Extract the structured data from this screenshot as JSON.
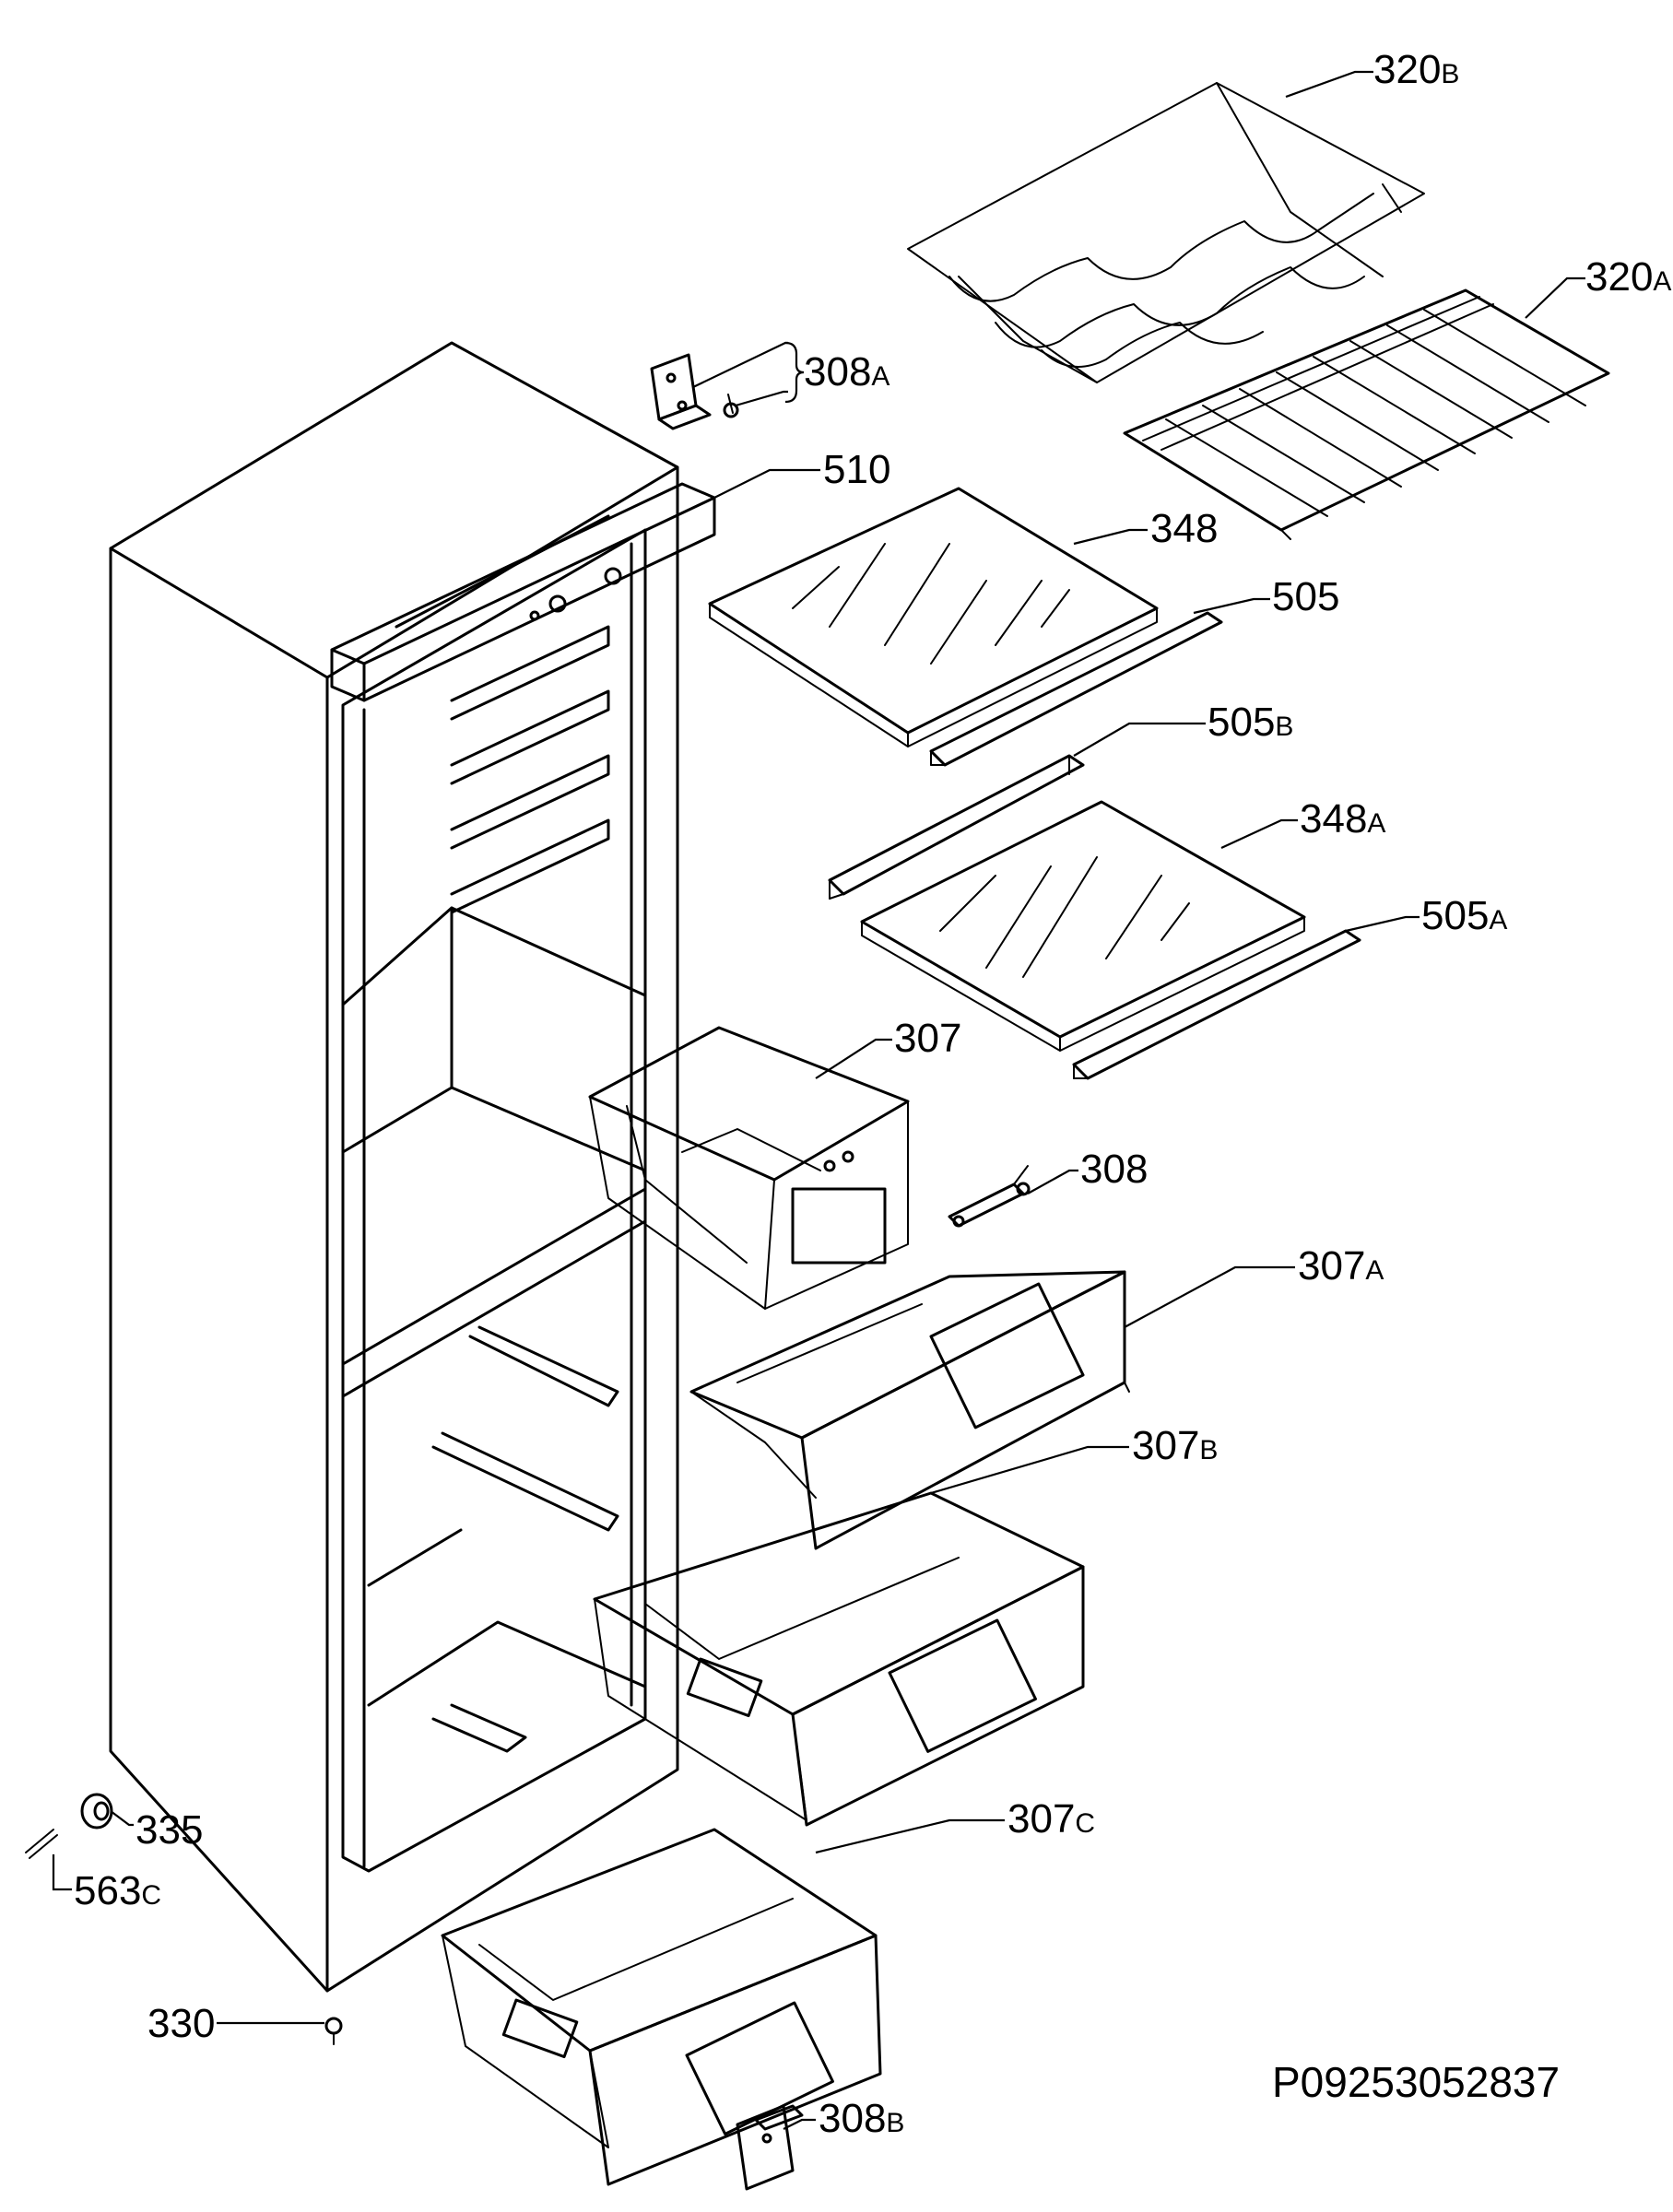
{
  "callouts": {
    "c320b": {
      "num": "320",
      "suffix": "B"
    },
    "c320a": {
      "num": "320",
      "suffix": "A"
    },
    "c308a": {
      "num": "308",
      "suffix": "A"
    },
    "c510": {
      "num": "510",
      "suffix": ""
    },
    "c348": {
      "num": "348",
      "suffix": ""
    },
    "c505": {
      "num": "505",
      "suffix": ""
    },
    "c505b": {
      "num": "505",
      "suffix": "B"
    },
    "c348a": {
      "num": "348",
      "suffix": "A"
    },
    "c505a": {
      "num": "505",
      "suffix": "A"
    },
    "c307": {
      "num": "307",
      "suffix": ""
    },
    "c308": {
      "num": "308",
      "suffix": ""
    },
    "c307a": {
      "num": "307",
      "suffix": "A"
    },
    "c307b": {
      "num": "307",
      "suffix": "B"
    },
    "c307c": {
      "num": "307",
      "suffix": "C"
    },
    "c335": {
      "num": "335",
      "suffix": ""
    },
    "c563c": {
      "num": "563",
      "suffix": "C"
    },
    "c330": {
      "num": "330",
      "suffix": ""
    },
    "c308b": {
      "num": "308",
      "suffix": "B"
    }
  },
  "document_number": "P09253052837",
  "colors": {
    "line": "#000000",
    "background": "#ffffff"
  }
}
